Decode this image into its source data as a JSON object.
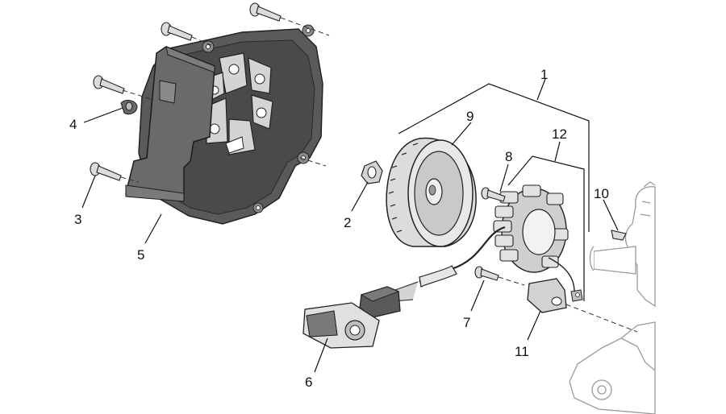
{
  "callouts": [
    {
      "label": "1"
    },
    {
      "label": "2"
    },
    {
      "label": "3"
    },
    {
      "label": "4"
    },
    {
      "label": "5"
    },
    {
      "label": "6"
    },
    {
      "label": "7"
    },
    {
      "label": "8"
    },
    {
      "label": "9"
    },
    {
      "label": "10"
    },
    {
      "label": "11"
    },
    {
      "label": "12"
    }
  ],
  "colors": {
    "cover_fill": "#4f4f4f",
    "cover_rim": "#6b6b6b",
    "part_fill": "#d9d9d9",
    "line": "#111111"
  }
}
